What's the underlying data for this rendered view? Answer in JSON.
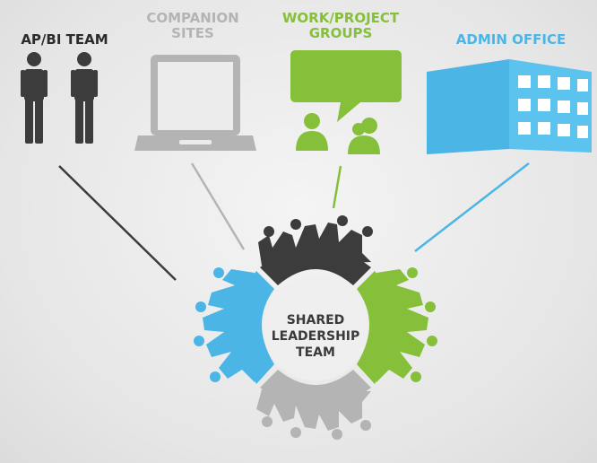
{
  "groups": {
    "ap_bi_team": "AP/BI TEAM",
    "companion_sites": [
      "COMPANION",
      "SITES"
    ],
    "work_project_groups": [
      "WORK/PROJECT",
      "GROUPS"
    ],
    "admin_office": "ADMIN OFFICE"
  },
  "center": [
    "SHARED",
    "LEADERSHIP",
    "TEAM"
  ],
  "colors": {
    "dark": "#3c3c3c",
    "gray": "#b4b4b4",
    "green": "#86bf3a",
    "blue": "#4bb6e6"
  },
  "icons": {
    "ap_bi_team": "person-pair-icon",
    "companion_sites": "laptop-icon",
    "work_project_groups": "speech-bubble-people-icon",
    "admin_office": "office-building-icon"
  }
}
